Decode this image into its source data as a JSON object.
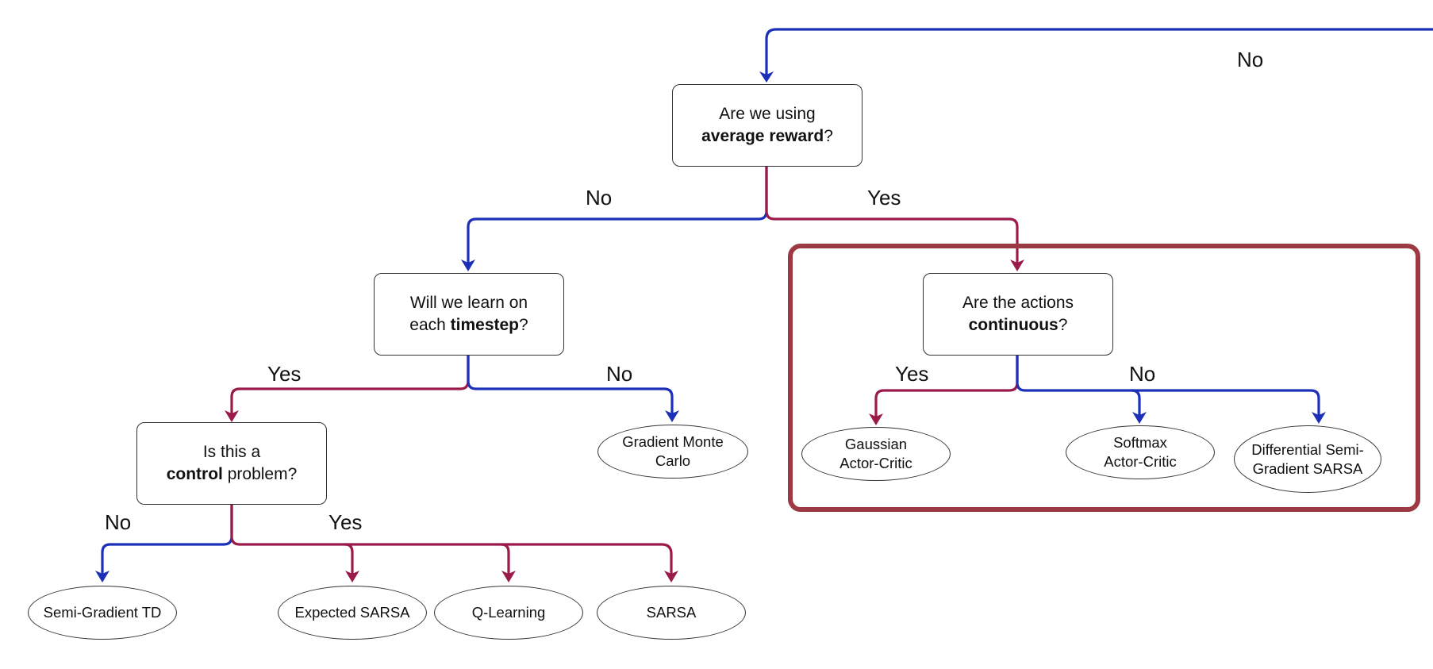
{
  "colors": {
    "no_edge": "#1c2fb8",
    "yes_edge": "#9b1a4a",
    "highlight_frame": "#9b3a42"
  },
  "decisions": {
    "average_reward": {
      "pre": "Are we using",
      "bold": "average reward",
      "post": "?"
    },
    "timestep": {
      "pre": "Will we learn on each ",
      "bold": "timestep",
      "post": "?"
    },
    "control": {
      "pre": "Is this a",
      "bold": "control",
      "post": " problem?"
    },
    "continuous": {
      "pre": "Are the actions",
      "bold": "continuous",
      "post": "?"
    }
  },
  "outcomes": {
    "gradient_mc": "Gradient Monte Carlo",
    "semi_gradient_td": "Semi-Gradient TD",
    "expected_sarsa": "Expected SARSA",
    "q_learning": "Q-Learning",
    "sarsa": "SARSA",
    "gaussian_ac": "Gaussian Actor-Critic",
    "softmax_ac": "Softmax Actor-Critic",
    "diff_sarsa": "Differential Semi-Gradient SARSA"
  },
  "edge_labels": {
    "top_no": "No",
    "avg_no": "No",
    "avg_yes": "Yes",
    "ts_yes": "Yes",
    "ts_no": "No",
    "ctrl_no": "No",
    "ctrl_yes": "Yes",
    "cont_yes": "Yes",
    "cont_no": "No"
  }
}
